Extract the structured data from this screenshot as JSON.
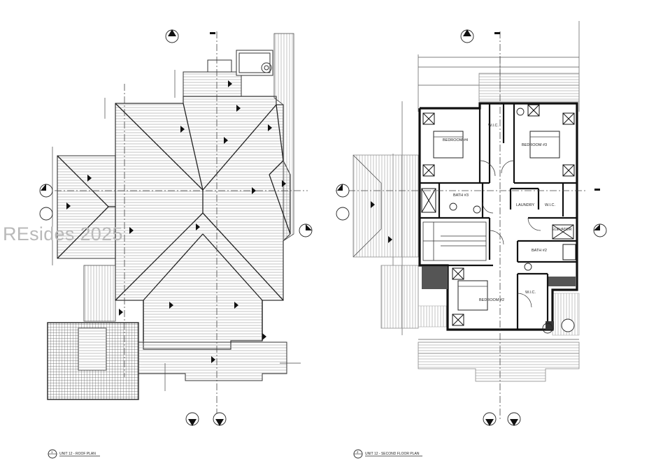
{
  "watermark": "REsides 2025",
  "roof_plan": {
    "caption": "UNIT 12 - ROOF PLAN",
    "caption_number": "1"
  },
  "second_floor": {
    "caption": "UNIT 12 - SECOND FLOOR PLAN",
    "caption_number": "2",
    "rooms": {
      "bedroom4": "BEDROOM #4",
      "bedroom3": "BEDROOM #3",
      "bedroom2": "BEDROOM #2",
      "bath3": "BATH #3",
      "bath2": "BATH #2",
      "laundry": "LAUNDRY",
      "wic_top": "W.I.C.",
      "wic_right": "W.I.C.",
      "wic_bottom": "W.I.C.",
      "elevator": "ELEVATOR"
    }
  }
}
